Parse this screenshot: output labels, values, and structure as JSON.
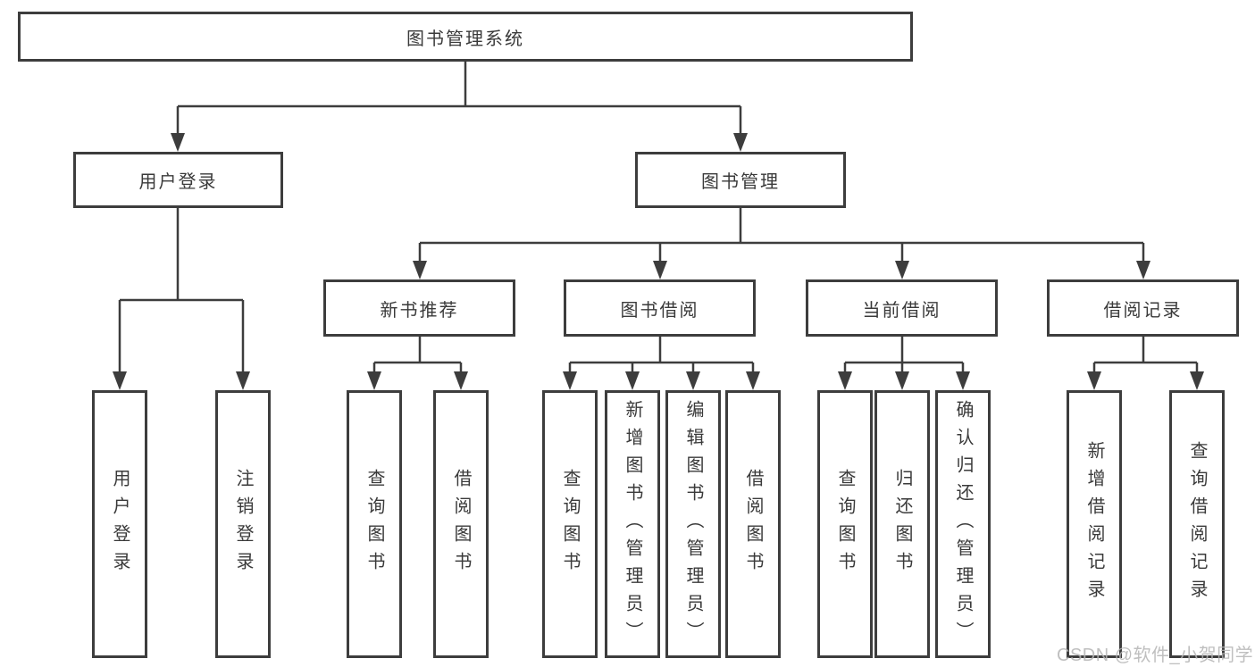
{
  "tree": {
    "root": {
      "label": "图书管理系统"
    },
    "branches": [
      {
        "label": "用户登录",
        "children": [
          {
            "label": "用户登录"
          },
          {
            "label": "注销登录"
          }
        ]
      },
      {
        "label": "图书管理",
        "groups": [
          {
            "label": "新书推荐",
            "children": [
              {
                "label": "查询图书"
              },
              {
                "label": "借阅图书"
              }
            ]
          },
          {
            "label": "图书借阅",
            "children": [
              {
                "label": "查询图书"
              },
              {
                "label": "新增图书（管理员）"
              },
              {
                "label": "编辑图书（管理员）"
              },
              {
                "label": "借阅图书"
              }
            ]
          },
          {
            "label": "当前借阅",
            "children": [
              {
                "label": "查询图书"
              },
              {
                "label": "归还图书"
              },
              {
                "label": "确认归还（管理员）"
              }
            ]
          },
          {
            "label": "借阅记录",
            "children": [
              {
                "label": "新增借阅记录"
              },
              {
                "label": "查询借阅记录"
              }
            ]
          }
        ]
      }
    ]
  },
  "watermark": {
    "text": "CSDN @软件_小贺同学"
  },
  "colors": {
    "line": "#3d3d3d",
    "text": "#3a3a3a",
    "watermark": "#b5b5b5",
    "background": "#ffffff"
  }
}
